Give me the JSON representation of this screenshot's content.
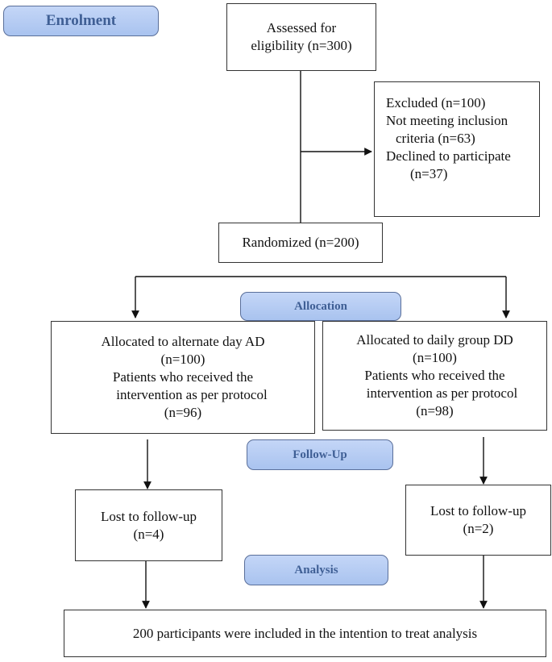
{
  "stages": {
    "enrolment": "Enrolment",
    "allocation": "Allocation",
    "follow_up": "Follow-Up",
    "analysis": "Analysis"
  },
  "assessed": {
    "line1": "Assessed for",
    "line2": "eligibility (n=300)"
  },
  "excluded": {
    "line1": "Excluded (n=100)",
    "line2": "Not meeting inclusion",
    "line3": "criteria (n=63)",
    "line4": "Declined to participate",
    "line5": "(n=37)"
  },
  "randomized": {
    "line1": "Randomized (n=200)"
  },
  "alternate_day": {
    "line1": "Allocated to alternate day AD",
    "line2": "(n=100)",
    "line3": "Patients who received the",
    "line4": "intervention as per protocol",
    "line5": "(n=96)"
  },
  "daily_group": {
    "line1": "Allocated to daily group DD",
    "line2": "(n=100)",
    "line3": "Patients who received the",
    "line4": "intervention as per protocol",
    "line5": "(n=98)"
  },
  "lost_left": {
    "line1": "Lost to follow-up",
    "line2": "(n=4)"
  },
  "lost_right": {
    "line1": "Lost to follow-up",
    "line2": "(n=2)"
  },
  "final": {
    "line1": "200 participants were included in the intention to treat analysis"
  }
}
